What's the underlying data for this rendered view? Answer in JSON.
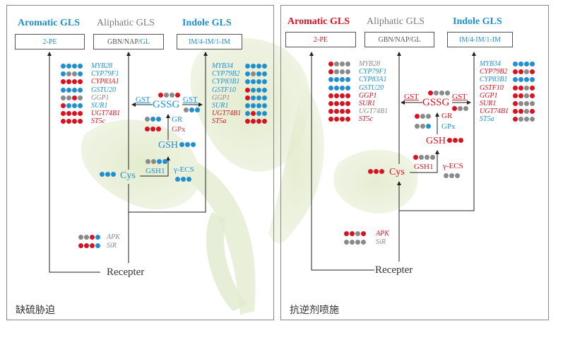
{
  "colors": {
    "blue": "#1f8fd1",
    "red": "#d8121f",
    "gray": "#8a8a8a",
    "darkgray": "#555555",
    "green_leaf": "#cfe0b4"
  },
  "left": {
    "caption": "缺硫胁迫",
    "headers": {
      "aromatic": "Aromatic GLS",
      "aliphatic": "Aliphatic GLS",
      "indole": "Indole  GLS"
    },
    "boxes": {
      "aromatic": "2-PE",
      "aliphatic_prefix": "GBN/NAP/",
      "aliphatic_suffix": "GL",
      "indole": "IM/4-IM/1-IM"
    },
    "genes_mid": [
      "MYB28",
      "CYP79F1",
      "CYP83A1",
      "GSTU20",
      "GGP1",
      "SUR1",
      "UGT74B1",
      "ST5c"
    ],
    "genes_right": [
      "MYB34",
      "CYP79B2",
      "CYP83B1",
      "GSTF10",
      "GGP1",
      "SUR1",
      "UGT74B1",
      "ST5a"
    ],
    "genes_bottom": [
      "APK",
      "SiR"
    ],
    "nodes": {
      "gst_left": "GST",
      "gssg": "GSSG",
      "gst_right": "GST",
      "gr": "GR",
      "gpx": "GPx",
      "gsh": "GSH",
      "cys": "Cys",
      "gsh1": "GSH1",
      "gecs": "γ-ECS",
      "recepter": "Recepter"
    }
  },
  "right": {
    "caption": "抗逆剂喷施",
    "headers": {
      "aromatic": "Aromatic GLS",
      "aliphatic": "Aliphatic GLS",
      "indole": "Indole  GLS"
    },
    "boxes": {
      "aromatic": "2-PE",
      "aliphatic": "GBN/NAP/GL",
      "indole": "IM/4-IM/1-IM"
    },
    "genes_mid": [
      "MYB28",
      "CYP79F1",
      "CYP83A1",
      "GSTU20",
      "GGP1",
      "SUR1",
      "UGT74B1",
      "ST5c"
    ],
    "genes_right": [
      "MYB34",
      "CYP79B2",
      "CYP83B1",
      "GSTF10",
      "GGP1",
      "SUR1",
      "UGT74B1",
      "ST5a"
    ],
    "genes_bottom": [
      "APK",
      "SiR"
    ],
    "nodes": {
      "gst_left": "GST",
      "gssg": "GSSG",
      "gst_right": "GST",
      "gr": "GR",
      "gpx": "GPx",
      "gsh": "GSH",
      "cys": "Cys",
      "gsh1": "GSH1",
      "gecs": "γ-ECS",
      "recepter": "Recepter"
    }
  }
}
